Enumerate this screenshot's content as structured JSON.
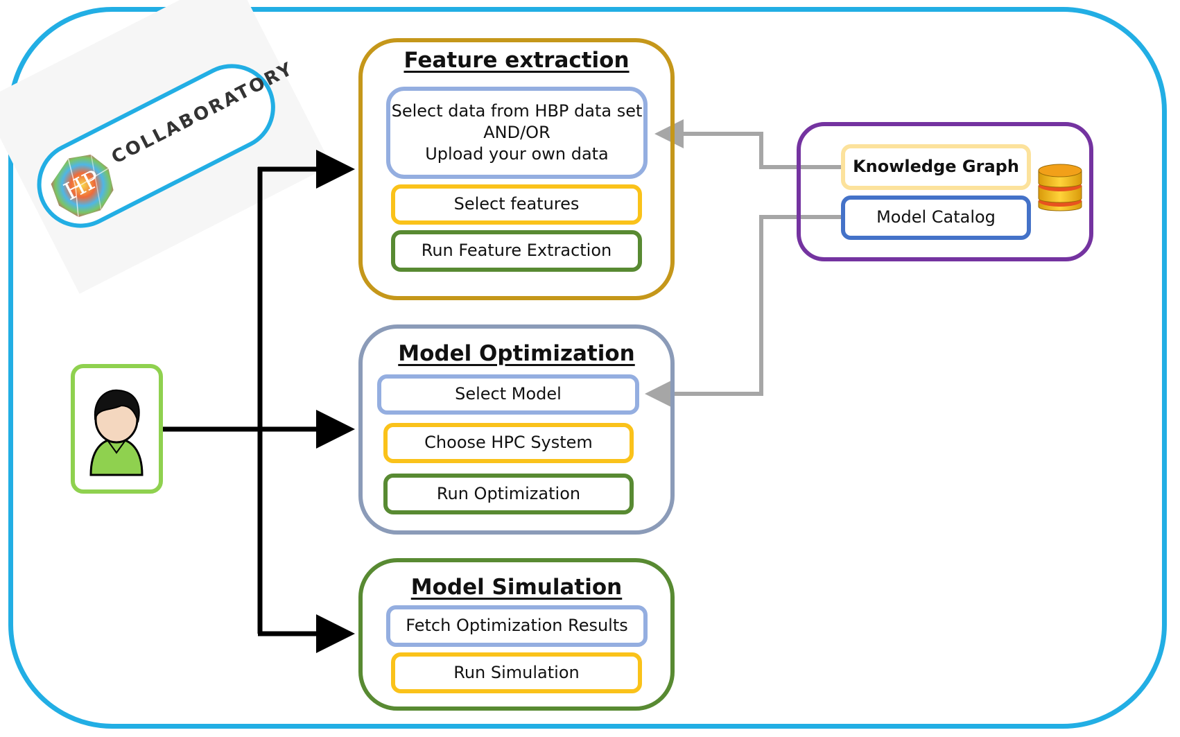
{
  "collaboratory": {
    "logo_text": "COLLABORATORY",
    "logo_mark": "HP"
  },
  "feature_extraction": {
    "title": "Feature extraction",
    "steps": [
      {
        "lines": [
          "Select data from HBP data set",
          "AND/OR",
          "Upload your own data"
        ]
      },
      {
        "label": "Select features"
      },
      {
        "label": "Run Feature Extraction"
      }
    ]
  },
  "model_optimization": {
    "title": "Model Optimization",
    "steps": [
      {
        "label": "Select Model"
      },
      {
        "label": "Choose HPC System"
      },
      {
        "label": "Run Optimization"
      }
    ]
  },
  "model_simulation": {
    "title": "Model Simulation",
    "steps": [
      {
        "label": "Fetch Optimization Results"
      },
      {
        "label": "Run Simulation"
      }
    ]
  },
  "services": {
    "knowledge_graph": "Knowledge Graph",
    "model_catalog": "Model Catalog"
  },
  "colors": {
    "outer_border": "#22aee4",
    "feature_panel": "#c5971a",
    "optimization_panel": "#8b9bb8",
    "simulation_panel": "#588a32",
    "services_panel": "#7433a0",
    "user_panel": "#8fd14f",
    "arrow_black": "#000000",
    "arrow_grey": "#a6a6a6"
  },
  "icons": {
    "user": "user-icon",
    "database": "database-icon",
    "logo": "hbp-brain-logo"
  }
}
